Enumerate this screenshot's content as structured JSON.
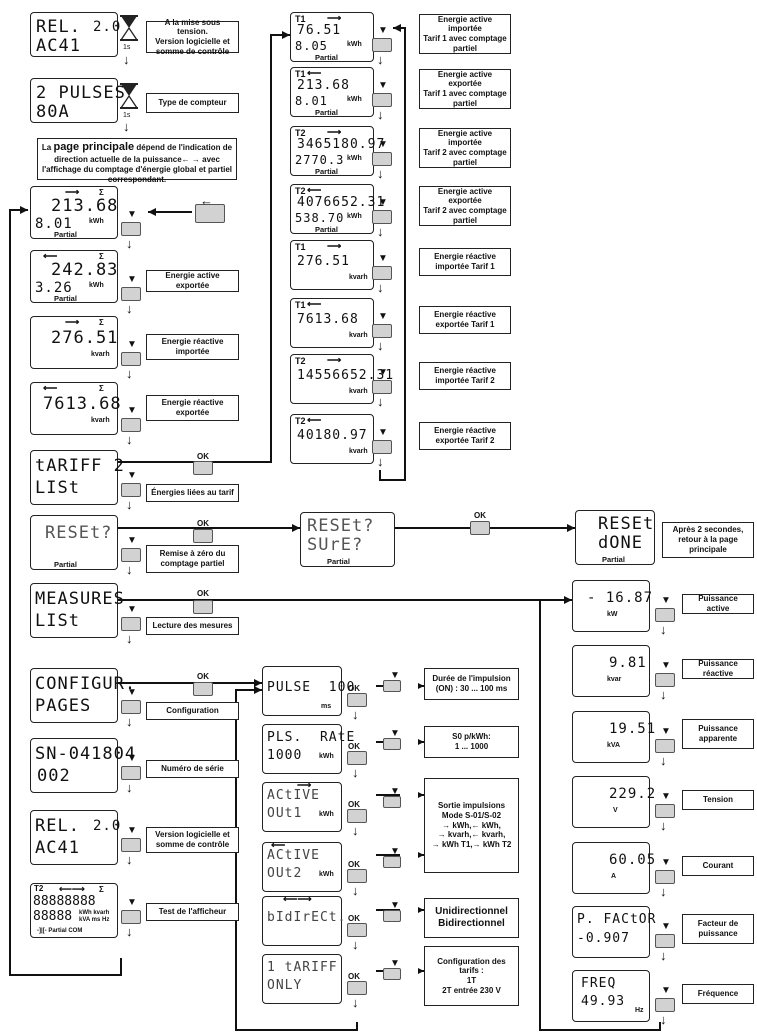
{
  "startup": {
    "rel_l1": "REL.",
    "rel_v": "2.0",
    "rel_l2": "AC41",
    "s1": "1s",
    "s2": "1s",
    "lbl_boot": "A la mise sous tension.\nVersion logicielle et\nsomme de contrôle",
    "pul_l1": "2 PULSES",
    "pul_l2": "80A",
    "lbl_type": "Type de compteur"
  },
  "note": {
    "pre": "La ",
    "bold": "page principale",
    "post": " dépend de l'indication de direction actuelle de la puissance← → avec l'affichage du comptage d'énergie global et partiel correspondant."
  },
  "left_screens": [
    {
      "v1": "213.68",
      "v2": "8.01",
      "unit1": "kWh",
      "sub": "Partial",
      "label": ""
    },
    {
      "v1": "242.83",
      "v2": "3.26",
      "unit1": "kWh",
      "sub": "Partial",
      "label": "Energie active exportée"
    },
    {
      "v1": "276.51",
      "unit1": "kvarh",
      "label": "Energie réactive\nimportée"
    },
    {
      "v1": "7613.68",
      "unit1": "kvarh",
      "label": "Energie réactive\nexportée"
    }
  ],
  "menu": [
    {
      "l1": "tARIFF 2",
      "l2": "LISt",
      "label": "Énergies liées au tarif",
      "ok": "OK"
    },
    {
      "l1": "RESEt?",
      "sub": "Partial",
      "label": "Remise à zéro du\ncomptage partiel",
      "ok": "OK"
    },
    {
      "l1": "MEASURES",
      "l2": "LISt",
      "label": "Lecture des mesures",
      "ok": "OK"
    },
    {
      "l1": "CONFIGUR.",
      "l2": "PAGES",
      "label": "Configuration",
      "ok": "OK"
    },
    {
      "l1": "SN-041804",
      "l2": "002",
      "label": "Numéro de série"
    },
    {
      "l1": "REL.",
      "v": "2.0",
      "l2": "AC41",
      "label": "Version logicielle et\nsomme de contrôle"
    },
    {
      "label": "Test de l'afficheur",
      "test_l1": "88888888",
      "test_l2": "88888",
      "test_u": "kWh kvarh",
      "test_u2": "kVA ms Hz",
      "test_bot": "-]|[- Partial COM"
    }
  ],
  "tariff_screens": [
    {
      "tag": "T1",
      "v1": "76.51",
      "v2": "8.05",
      "unit": "kWh",
      "sub": "Partial",
      "label": "Energie active importée\nTarif 1 avec comptage\npartiel"
    },
    {
      "tag": "T1",
      "v1": "213.68",
      "v2": "8.01",
      "unit": "kWh",
      "sub": "Partial",
      "label": "Energie active exportée\nTarif 1 avec comptage\npartiel"
    },
    {
      "tag": "T2",
      "v1": "3465180.97",
      "v2": "2770.3",
      "unit": "kWh",
      "sub": "Partial",
      "label": "Energie active importée\nTarif 2 avec comptage\npartiel"
    },
    {
      "tag": "T2",
      "v1": "4076652.31",
      "v2": "538.70",
      "unit": "kWh",
      "sub": "Partial",
      "label": "Energie active exportée\nTarif 2 avec comptage\npartiel"
    },
    {
      "tag": "T1",
      "v1": "276.51",
      "unit": "kvarh",
      "label": "Energie réactive\nimportée Tarif 1"
    },
    {
      "tag": "T1",
      "v1": "7613.68",
      "unit": "kvarh",
      "label": "Energie réactive\nexportée Tarif 1"
    },
    {
      "tag": "T2",
      "v1": "14556652.31",
      "unit": "kvarh",
      "label": "Energie réactive\nimportée Tarif 2"
    },
    {
      "tag": "T2",
      "v1": "40180.97",
      "unit": "kvarh",
      "label": "Energie réactive\nexportée Tarif 2"
    }
  ],
  "reset": {
    "mid_l1": "RESEt?",
    "mid_l2": "SUrE?",
    "mid_sub": "Partial",
    "right_l1": "RESEt",
    "right_l2": "dONE",
    "right_sub": "Partial",
    "ok": "OK",
    "label": "Après 2 secondes,\nretour à la page\nprincipale"
  },
  "config_screens": [
    {
      "l1": "PULSE  100",
      "unit": "ms",
      "label": "Durée de l'impulsion\n(ON) : 30 ... 100 ms",
      "ok": "OK"
    },
    {
      "l1": "PLS.  RAtE",
      "l2": "1000",
      "unit": "kWh",
      "label": "S0 p/kWh:\n1 ... 1000",
      "ok": "OK"
    },
    {
      "l1": "ACtIVE",
      "l2": "OUt1",
      "unit": "kWh",
      "ok": "OK"
    },
    {
      "l1": "ACtIVE",
      "l2": "OUt2",
      "unit": "kWh",
      "ok": "OK"
    },
    {
      "l1": "bIdIrECt.",
      "label": "Unidirectionnel\nBidirectionnel",
      "ok": "OK"
    },
    {
      "l1": "1 tARIFF",
      "l2": "ONLY",
      "label": "Configuration des tarifs :\n1T\n2T entrée 230 V",
      "ok": "OK"
    }
  ],
  "out_label": "Sortie impulsions\nMode S-01/S-02\n→ kWh,← kWh,\n→ kvarh,← kvarh,\n→ kWh T1,→ kWh T2",
  "measure_screens": [
    {
      "v": "- 16.87",
      "unit": "kW",
      "label": "Puissance active"
    },
    {
      "v": "9.81",
      "unit": "kvar",
      "label": "Puissance réactive"
    },
    {
      "v": "19.51",
      "unit": "kVA",
      "label": "Puissance\napparente"
    },
    {
      "v": "229.2",
      "unit": "V",
      "label": "Tension"
    },
    {
      "v": "60.05",
      "unit": "A",
      "label": "Courant"
    },
    {
      "l1": "P. FACtOR",
      "v": "-0.907",
      "label": "Facteur de\npuissance"
    },
    {
      "l1": "FREQ",
      "v": "49.93",
      "unit": "Hz",
      "label": "Fréquence"
    }
  ]
}
